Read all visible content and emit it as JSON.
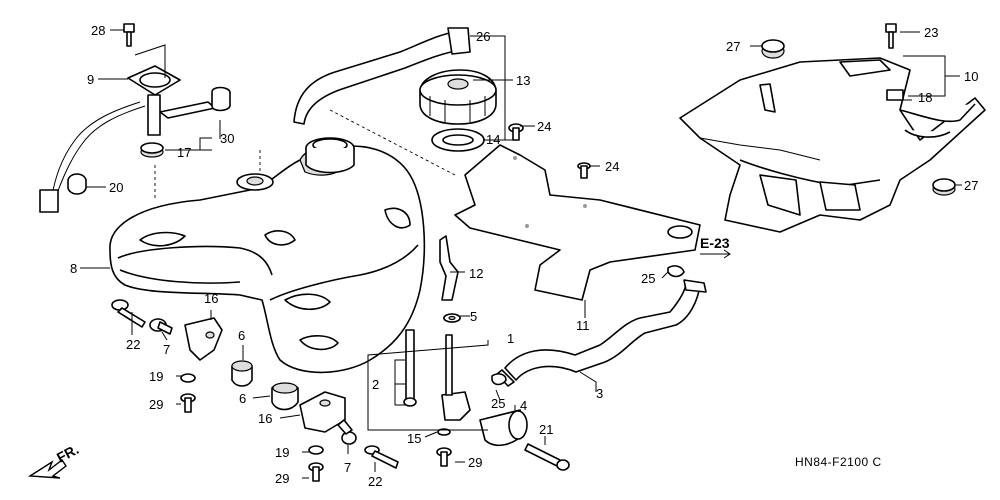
{
  "diagram": {
    "callouts": {
      "c28": "28",
      "c9": "9",
      "c30": "30",
      "c17": "17",
      "c20": "20",
      "c8": "8",
      "c26": "26",
      "c13": "13",
      "c14": "14",
      "c24a": "24",
      "c24b": "24",
      "c27a": "27",
      "c23": "23",
      "c10": "10",
      "c18": "18",
      "c27b": "27",
      "c12": "12",
      "c25a": "25",
      "c11": "11",
      "c5": "5",
      "c1": "1",
      "c2": "2",
      "c3": "3",
      "c25b": "25",
      "c4": "4",
      "c21": "21",
      "c15": "15",
      "c29c": "29",
      "c16a": "16",
      "c22a": "22",
      "c7a": "7",
      "c19a": "19",
      "c29a": "29",
      "c6a": "6",
      "c6b": "6",
      "c16b": "16",
      "c19b": "19",
      "c29b": "29",
      "c7b": "7",
      "c22b": "22"
    },
    "ref_label": "E-23",
    "front_label": "FR.",
    "part_code": "HN84-F2100 C"
  }
}
